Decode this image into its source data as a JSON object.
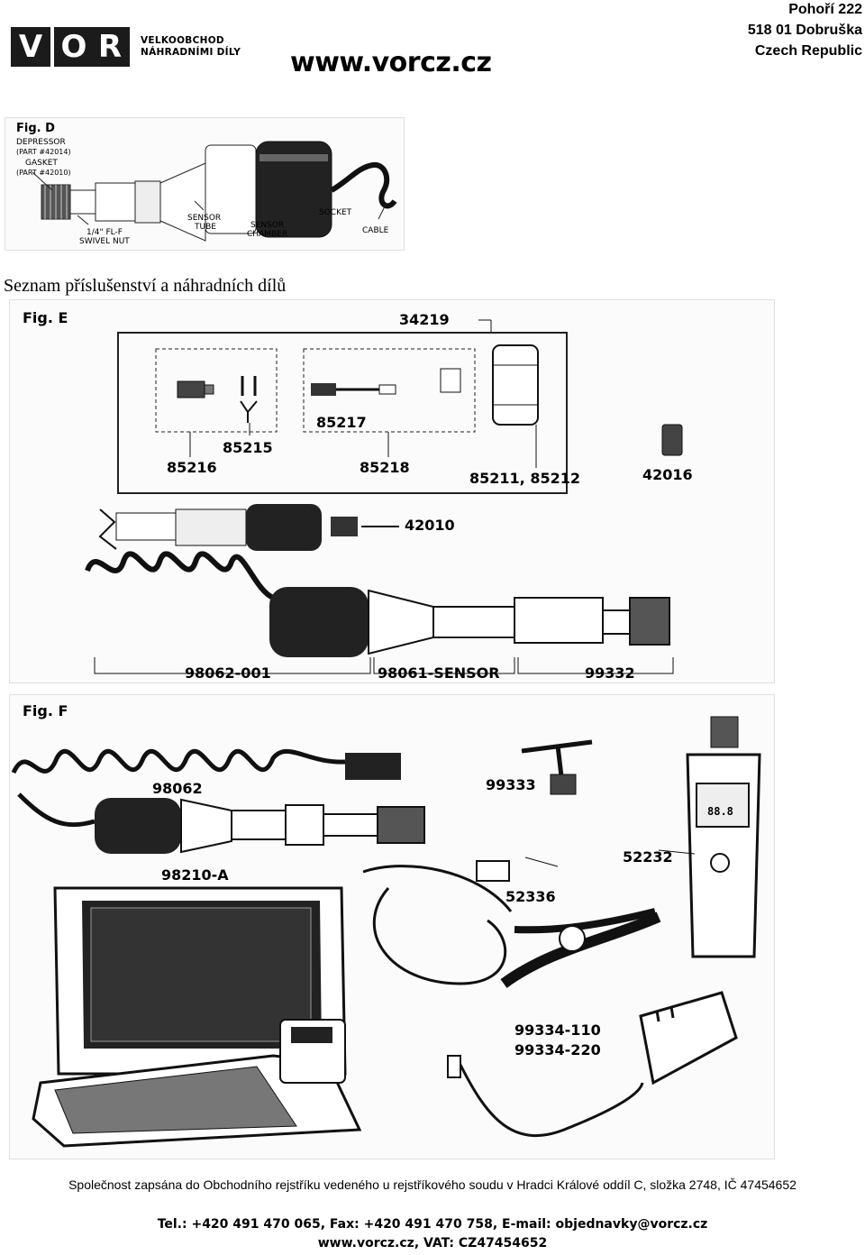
{
  "header": {
    "logo_letters": [
      "V",
      "O",
      "R"
    ],
    "logo_tagline_1": "VELKOOBCHOD",
    "logo_tagline_2": "NÁHRADNÍMI DÍLY",
    "website": "www.vorcz.cz",
    "address_line_1": "Pohoří 222",
    "address_line_2": "518 01 Dobruška",
    "address_line_3": "Czech Republic"
  },
  "fig_d": {
    "label": "Fig. D",
    "labels": {
      "depressor": "DEPRESSOR",
      "depressor_part": "(PART #42014)",
      "gasket": "GASKET",
      "gasket_part": "(PART #42010)",
      "swivel_1": "1/4\" FL-F",
      "swivel_2": "SWIVEL NUT",
      "sensor_tube_1": "SENSOR",
      "sensor_tube_2": "TUBE",
      "sensor_chamber_1": "SENSOR",
      "sensor_chamber_2": "CHAMBER",
      "socket": "SOCKET",
      "cable": "CABLE"
    }
  },
  "section_title": "Seznam příslušenství a náhradních dílů",
  "fig_e": {
    "label": "Fig. E",
    "parts": {
      "p34219": "34219",
      "p85216": "85216",
      "p85215": "85215",
      "p85217": "85217",
      "p85218": "85218",
      "p85211": "85211, 85212",
      "p42016": "42016",
      "p42010": "42010",
      "p98062_001": "98062-001",
      "p98061": "98061-SENSOR",
      "p99332": "99332"
    }
  },
  "fig_f": {
    "label": "Fig. F",
    "parts": {
      "p98062": "98062",
      "p99333": "99333",
      "p98210": "98210-A",
      "p52232": "52232",
      "p52336": "52336",
      "p99334_110": "99334-110",
      "p99334_220": "99334-220"
    },
    "meter_display": "88.8"
  },
  "footer": {
    "registration": "Společnost zapsána do Obchodního rejstříku vedeného u rejstříkového soudu v Hradci Králové oddíl C, složka 2748, IČ 47454652",
    "contact": "Tel.: +420 491 470 065, Fax: +420 491 470 758, E-mail: objednavky@vorcz.cz",
    "web_vat": "www.vorcz.cz, VAT: CZ47454652"
  }
}
